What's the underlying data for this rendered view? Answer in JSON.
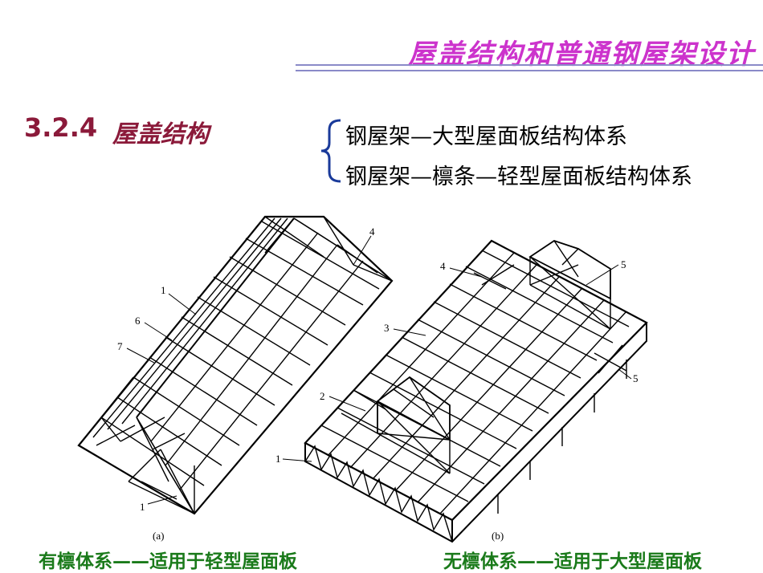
{
  "header": {
    "title": "屋盖结构和普通钢屋架设计"
  },
  "section": {
    "number": "3.2.4",
    "name": "屋盖结构"
  },
  "systems": [
    "钢屋架—大型屋面板结构体系",
    "钢屋架—檩条—轻型屋面板结构体系"
  ],
  "figure_a": {
    "label": "(a)",
    "callouts": [
      "1",
      "6",
      "7",
      "4",
      "1"
    ],
    "caption": "有檩体系——适用于轻型屋面板"
  },
  "figure_b": {
    "label": "(b)",
    "callouts": [
      "4",
      "5",
      "3",
      "5",
      "2",
      "1"
    ],
    "caption": "无檩体系——适用于大型屋面板"
  }
}
